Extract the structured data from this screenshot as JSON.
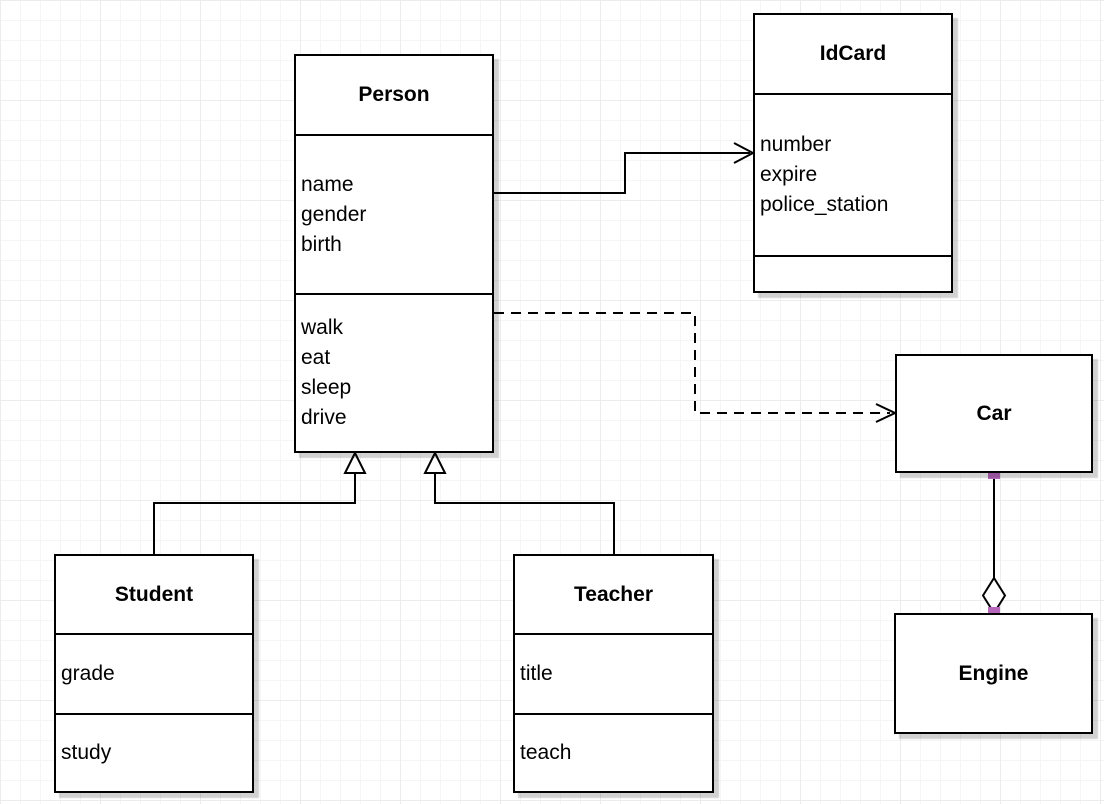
{
  "diagram": {
    "kind": "uml-class-diagram",
    "classes": [
      {
        "name": "Person",
        "attributes": [
          "name",
          "gender",
          "birth"
        ],
        "methods": [
          "walk",
          "eat",
          "sleep",
          "drive"
        ]
      },
      {
        "name": "IdCard",
        "attributes": [
          "number",
          "expire",
          "police_station"
        ],
        "methods": []
      },
      {
        "name": "Car",
        "attributes": [],
        "methods": []
      },
      {
        "name": "Engine",
        "attributes": [],
        "methods": []
      },
      {
        "name": "Student",
        "attributes": [
          "grade"
        ],
        "methods": [
          "study"
        ]
      },
      {
        "name": "Teacher",
        "attributes": [
          "title"
        ],
        "methods": [
          "teach"
        ]
      }
    ],
    "relationships": [
      {
        "from": "Person",
        "to": "IdCard",
        "type": "association",
        "line": "solid",
        "arrowhead": "open-arrow"
      },
      {
        "from": "Person",
        "to": "Car",
        "type": "dependency",
        "line": "dashed",
        "arrowhead": "open-arrow"
      },
      {
        "from": "Student",
        "to": "Person",
        "type": "generalization",
        "line": "solid",
        "arrowhead": "hollow-triangle"
      },
      {
        "from": "Teacher",
        "to": "Person",
        "type": "generalization",
        "line": "solid",
        "arrowhead": "hollow-triangle"
      },
      {
        "from": "Car",
        "to": "Engine",
        "type": "aggregation",
        "line": "solid",
        "arrowhead": "hollow-diamond"
      }
    ],
    "colors": {
      "background": "#ffffff",
      "grid_minor": "#f5f5f5",
      "grid_major": "#ececec",
      "box_fill": "#ffffff",
      "box_border": "#000000",
      "text": "#000000",
      "edge": "#000000",
      "endpoint_marker": "#b666bb",
      "endpoint_marker_border": "#9c4d9c"
    }
  }
}
